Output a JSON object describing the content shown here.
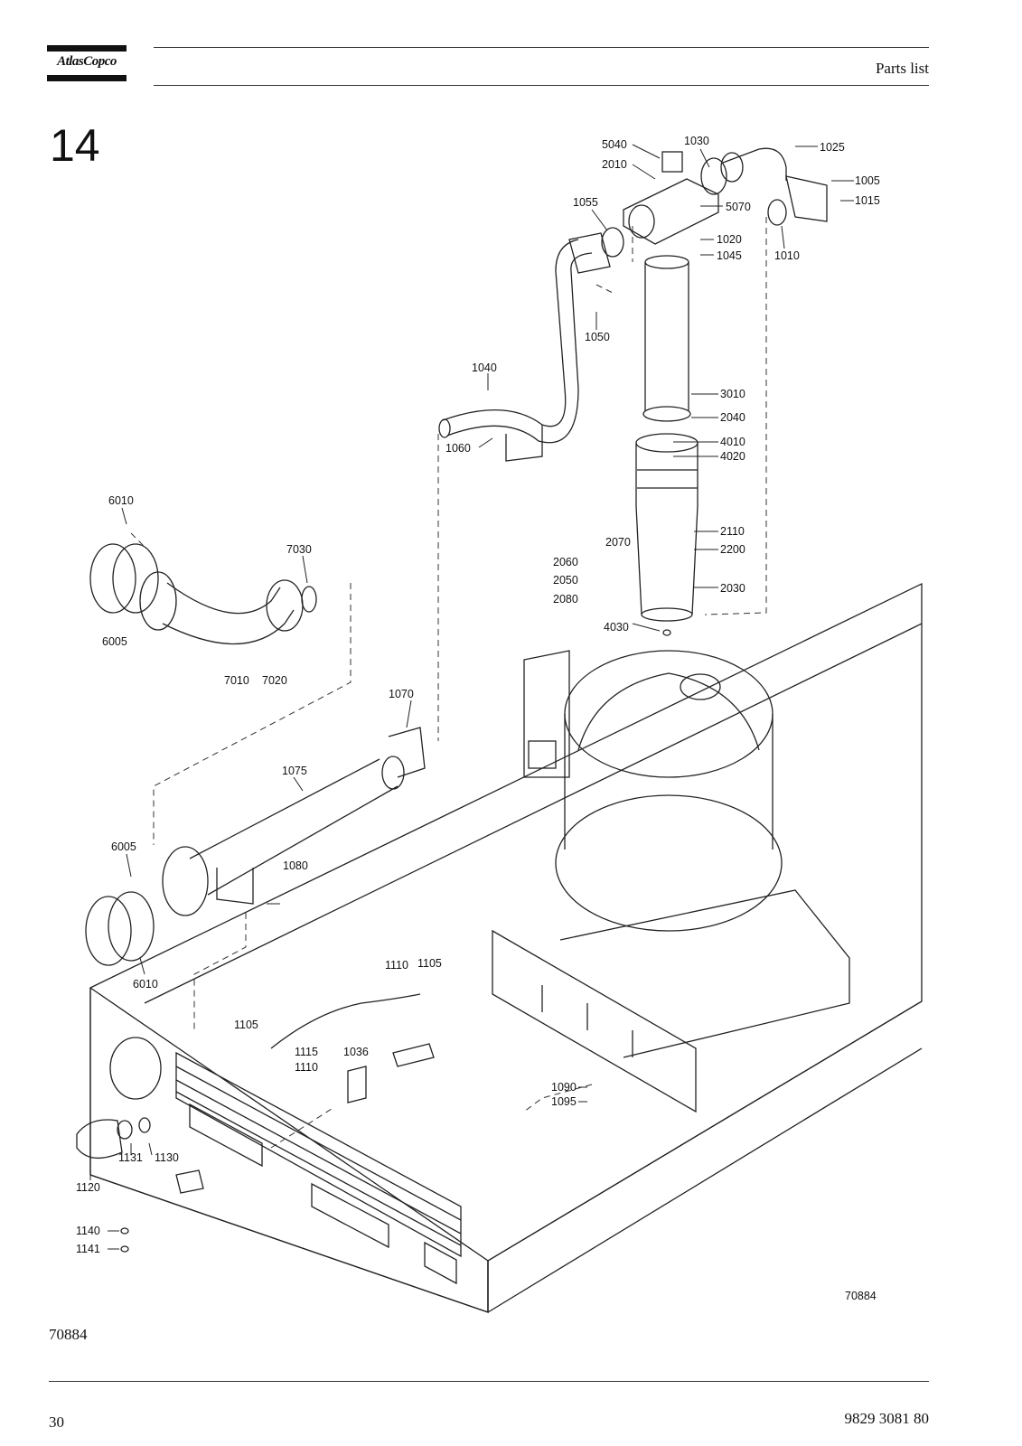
{
  "header": {
    "brand": "AtlasCopco",
    "title": "Parts list"
  },
  "section": "14",
  "figure_id_left": "70884",
  "figure_id_right": "70884",
  "footer": {
    "page_number": "30",
    "document_number": "9829 3081 80"
  },
  "callouts": [
    "5040",
    "1030",
    "1025",
    "2010",
    "1005",
    "1015",
    "1055",
    "5070",
    "1020",
    "1045",
    "1010",
    "1050",
    "1040",
    "3010",
    "2040",
    "1060",
    "4010",
    "4020",
    "6010",
    "2110",
    "2070",
    "2200",
    "7030",
    "2060",
    "2050",
    "2080",
    "2030",
    "4030",
    "6005",
    "7010",
    "7020",
    "1070",
    "1075",
    "6005",
    "1080",
    "6010",
    "1110",
    "1105",
    "1105",
    "1115",
    "1110",
    "1036",
    "1090",
    "1095",
    "1131",
    "1130",
    "1120",
    "1140",
    "1141"
  ]
}
